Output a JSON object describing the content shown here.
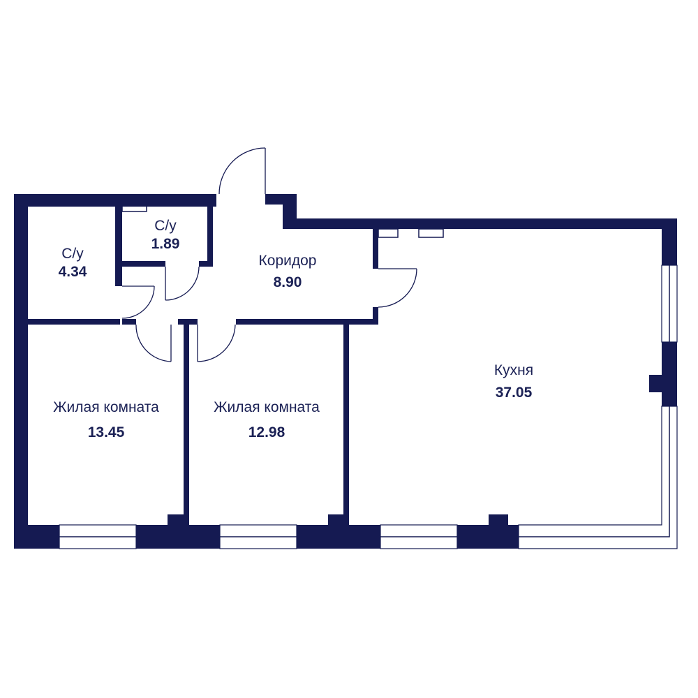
{
  "colors": {
    "wall": "#151a52",
    "text": "#1b2155",
    "background": "#ffffff"
  },
  "rooms": [
    {
      "id": "bath-large",
      "name": "С/у",
      "area": "4.34"
    },
    {
      "id": "bath-small",
      "name": "С/у",
      "area": "1.89"
    },
    {
      "id": "corridor",
      "name": "Коридор",
      "area": "8.90"
    },
    {
      "id": "bedroom-left",
      "name": "Жилая комната",
      "area": "13.45"
    },
    {
      "id": "bedroom-middle",
      "name": "Жилая комната",
      "area": "12.98"
    },
    {
      "id": "kitchen",
      "name": "Кухня",
      "area": "37.05"
    }
  ]
}
